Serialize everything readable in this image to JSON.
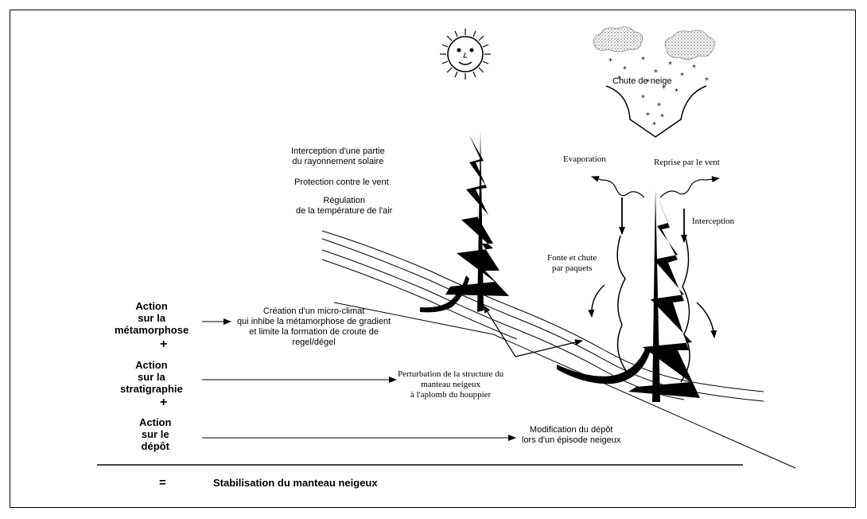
{
  "sky": {
    "snowfall": "Chute de neige"
  },
  "tree1_effects": {
    "interception_solaire": [
      "Interception d'une partie",
      "du rayonnement solaire"
    ],
    "protection_vent": "Protection contre le vent",
    "regulation": [
      "Régulation",
      "de la température de l'air"
    ]
  },
  "tree2_effects": {
    "evaporation": "Evaporation",
    "reprise_vent": "Reprise par le vent",
    "interception": "Interception",
    "fonte": [
      "Fonte et chute",
      "par paquets"
    ]
  },
  "actions": {
    "metamorphose": [
      "Action",
      "sur la",
      "métamorphose"
    ],
    "stratigraphie": [
      "Action",
      "sur la",
      "stratigraphie"
    ],
    "depot": [
      "Action",
      "sur le",
      "dépôt"
    ],
    "plus": "+"
  },
  "effects": {
    "microclimat": [
      "Création d'un micro-climat",
      "qui inhibe la métamorphose de gradient",
      "et limite la formation de croute de",
      "regel/dégel"
    ],
    "perturbation": [
      "Perturbation de la structure du",
      "manteau neigeux",
      "à l'aplomb du houppier"
    ],
    "modification": [
      "Modification du dépôt",
      "lors d'un épisode neigeux"
    ]
  },
  "result": {
    "equals": "=",
    "label": "Stabilisation  du manteau neigeux"
  }
}
